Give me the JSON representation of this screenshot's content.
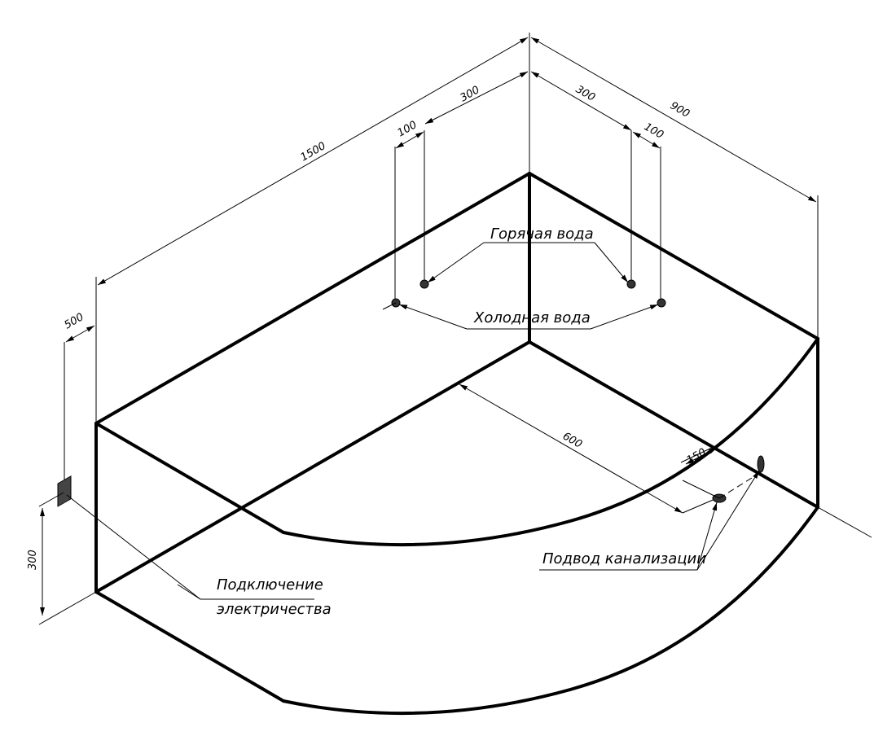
{
  "dimensions": {
    "d1500": "1500",
    "d900": "900",
    "d300_left": "300",
    "d300_right": "300",
    "d100_left": "100",
    "d100_right": "100",
    "d500": "500",
    "d300_height": "300",
    "d600": "600",
    "d150": "150"
  },
  "labels": {
    "hot_water": "Горячая вода",
    "cold_water": "Холодная вода",
    "drain": "Подвод канализации",
    "electric_line1": "Подключение",
    "electric_line2": "электричества"
  }
}
